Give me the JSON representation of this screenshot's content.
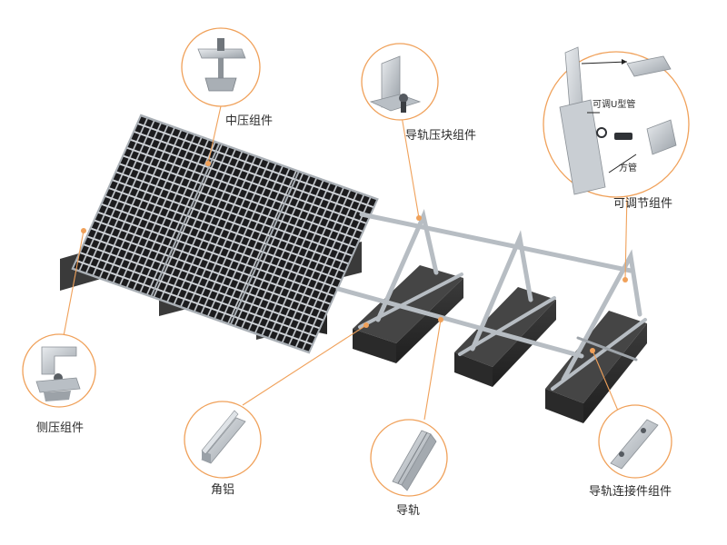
{
  "labels": {
    "mid_clamp": "中压组件",
    "rail_clamp": "导轨压块组件",
    "adjustable": "可调节组件",
    "u_tube": "可调U型管",
    "square_tube": "方管",
    "side_clamp": "侧压组件",
    "angle_aluminum": "角铝",
    "rail": "导轨",
    "rail_connector": "导轨连接件组件"
  },
  "colors": {
    "accent": "#f0a15a",
    "panel": "#1e1e1e",
    "ballast": "#2e2e2e",
    "aluminum": "#c4c9cf"
  },
  "icons": [
    "mid-clamp-icon",
    "rail-clamp-icon",
    "adjustable-tube-icon",
    "side-clamp-icon",
    "angle-aluminum-icon",
    "rail-icon",
    "rail-connector-icon"
  ]
}
